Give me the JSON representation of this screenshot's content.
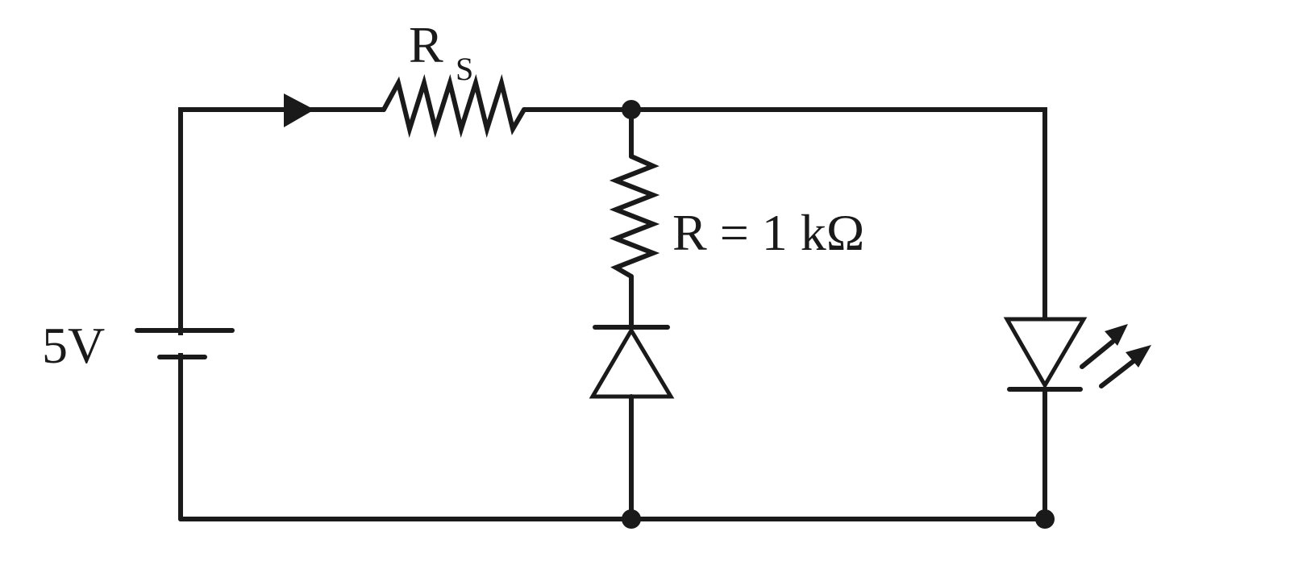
{
  "diagram": {
    "labels": {
      "series_resistor": "R",
      "series_resistor_sub": "S",
      "shunt_resistor": "R = 1 kΩ",
      "battery": "5V"
    },
    "colors": {
      "ink": "#1a1a1a",
      "background": "#ffffff"
    }
  }
}
